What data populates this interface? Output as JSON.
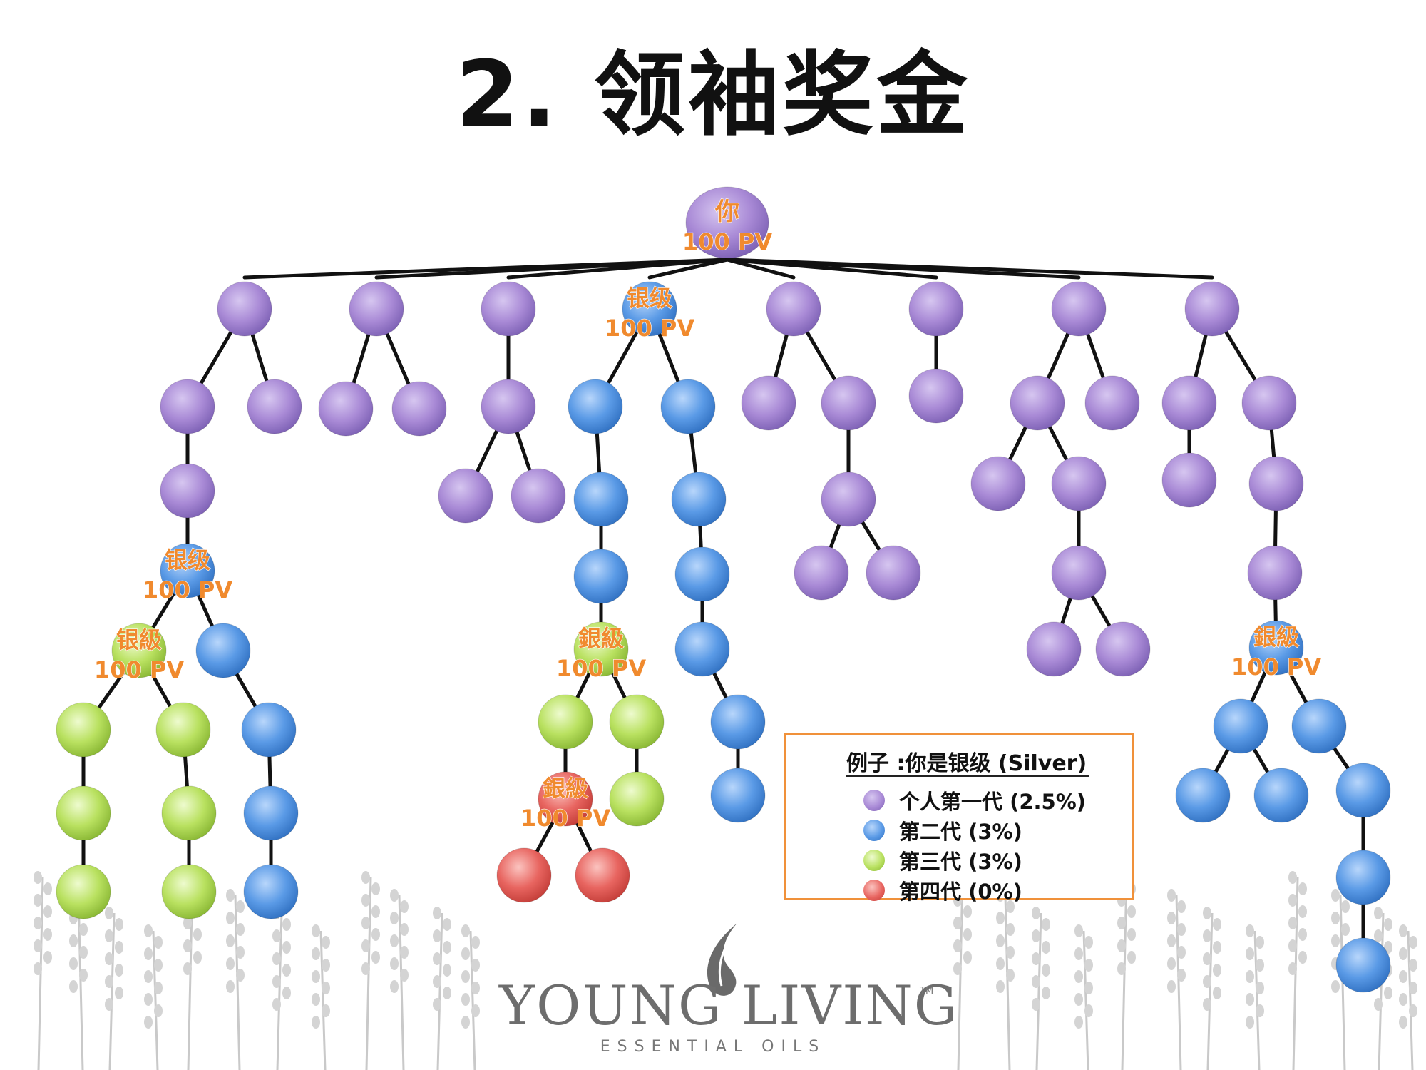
{
  "title": "2. 领袖奖金",
  "colors": {
    "purple": "#a98ad6",
    "blue": "#5a9ae6",
    "green": "#b9e160",
    "red": "#e86560",
    "label_orange": "#f08a2e",
    "legend_border": "#f0913a",
    "line": "#111111"
  },
  "nodes": [
    {
      "id": "you",
      "gen": "purple",
      "label": [
        "你",
        "100 PV"
      ]
    },
    {
      "id": "a",
      "gen": "purple"
    },
    {
      "id": "b",
      "gen": "purple"
    },
    {
      "id": "c",
      "gen": "purple"
    },
    {
      "id": "d",
      "gen": "blue",
      "label": [
        "银级",
        "100 PV"
      ]
    },
    {
      "id": "e",
      "gen": "purple"
    },
    {
      "id": "f",
      "gen": "purple"
    },
    {
      "id": "g",
      "gen": "purple"
    },
    {
      "id": "h",
      "gen": "purple"
    },
    {
      "id": "a1",
      "gen": "purple"
    },
    {
      "id": "a2",
      "gen": "purple"
    },
    {
      "id": "a1a",
      "gen": "purple"
    },
    {
      "id": "a1b",
      "gen": "blue",
      "label": [
        "银级",
        "100 PV"
      ]
    },
    {
      "id": "g3a",
      "gen": "green",
      "label": [
        "银級",
        "100 PV"
      ]
    },
    {
      "id": "b3b",
      "gen": "blue"
    },
    {
      "id": "g4a",
      "gen": "green"
    },
    {
      "id": "g4b",
      "gen": "green"
    },
    {
      "id": "b4",
      "gen": "blue"
    },
    {
      "id": "g5a",
      "gen": "green"
    },
    {
      "id": "g5b",
      "gen": "green"
    },
    {
      "id": "b5",
      "gen": "blue"
    },
    {
      "id": "g6a",
      "gen": "green"
    },
    {
      "id": "g6b",
      "gen": "green"
    },
    {
      "id": "b6",
      "gen": "blue"
    },
    {
      "id": "b1",
      "gen": "purple"
    },
    {
      "id": "b2",
      "gen": "purple"
    },
    {
      "id": "c1",
      "gen": "purple"
    },
    {
      "id": "c1a",
      "gen": "purple"
    },
    {
      "id": "c1b",
      "gen": "purple"
    },
    {
      "id": "d1",
      "gen": "blue"
    },
    {
      "id": "d2",
      "gen": "blue"
    },
    {
      "id": "d1a",
      "gen": "blue"
    },
    {
      "id": "d1b",
      "gen": "blue"
    },
    {
      "id": "d1c",
      "gen": "green",
      "label": [
        "銀級",
        "100 PV"
      ]
    },
    {
      "id": "d1c1",
      "gen": "green"
    },
    {
      "id": "d1c2",
      "gen": "green"
    },
    {
      "id": "d1c1a",
      "gen": "red",
      "label": [
        "銀級",
        "100 PV"
      ]
    },
    {
      "id": "d1c2a",
      "gen": "green"
    },
    {
      "id": "r1",
      "gen": "red"
    },
    {
      "id": "r2",
      "gen": "red"
    },
    {
      "id": "d2a",
      "gen": "blue"
    },
    {
      "id": "d2b",
      "gen": "blue"
    },
    {
      "id": "d2c",
      "gen": "blue"
    },
    {
      "id": "d2d",
      "gen": "blue"
    },
    {
      "id": "d2e",
      "gen": "blue"
    },
    {
      "id": "e1",
      "gen": "purple"
    },
    {
      "id": "e2",
      "gen": "purple"
    },
    {
      "id": "e2a",
      "gen": "purple"
    },
    {
      "id": "e2a1",
      "gen": "purple"
    },
    {
      "id": "e2a2",
      "gen": "purple"
    },
    {
      "id": "f1",
      "gen": "purple"
    },
    {
      "id": "g1",
      "gen": "purple"
    },
    {
      "id": "g2",
      "gen": "purple"
    },
    {
      "id": "g1a",
      "gen": "purple"
    },
    {
      "id": "g1b",
      "gen": "purple"
    },
    {
      "id": "g1b1",
      "gen": "purple"
    },
    {
      "id": "g1b1a",
      "gen": "purple"
    },
    {
      "id": "g1b1b",
      "gen": "purple"
    },
    {
      "id": "h1",
      "gen": "purple"
    },
    {
      "id": "h2",
      "gen": "purple"
    },
    {
      "id": "h1a",
      "gen": "purple"
    },
    {
      "id": "h2a",
      "gen": "purple"
    },
    {
      "id": "h2b",
      "gen": "purple"
    },
    {
      "id": "h2c",
      "gen": "blue",
      "label": [
        "銀級",
        "100 PV"
      ]
    },
    {
      "id": "h2c1",
      "gen": "blue"
    },
    {
      "id": "h2c2",
      "gen": "blue"
    },
    {
      "id": "h2c1a",
      "gen": "blue"
    },
    {
      "id": "h2c1b",
      "gen": "blue"
    },
    {
      "id": "h2c2a",
      "gen": "blue"
    },
    {
      "id": "h2c2b",
      "gen": "blue"
    },
    {
      "id": "h2c2c",
      "gen": "blue"
    }
  ],
  "edges": [
    [
      "you",
      "a"
    ],
    [
      "you",
      "b"
    ],
    [
      "you",
      "c"
    ],
    [
      "you",
      "d"
    ],
    [
      "you",
      "e"
    ],
    [
      "you",
      "f"
    ],
    [
      "you",
      "g"
    ],
    [
      "you",
      "h"
    ],
    [
      "a",
      "a1"
    ],
    [
      "a",
      "a2"
    ],
    [
      "a1",
      "a1a"
    ],
    [
      "a1a",
      "a1b"
    ],
    [
      "a1b",
      "g3a"
    ],
    [
      "a1b",
      "b3b"
    ],
    [
      "g3a",
      "g4a"
    ],
    [
      "g3a",
      "g4b"
    ],
    [
      "b3b",
      "b4"
    ],
    [
      "g4a",
      "g5a"
    ],
    [
      "g4b",
      "g5b"
    ],
    [
      "b4",
      "b5"
    ],
    [
      "g5a",
      "g6a"
    ],
    [
      "g5b",
      "g6b"
    ],
    [
      "b5",
      "b6"
    ],
    [
      "b",
      "b1"
    ],
    [
      "b",
      "b2"
    ],
    [
      "c",
      "c1"
    ],
    [
      "c1",
      "c1a"
    ],
    [
      "c1",
      "c1b"
    ],
    [
      "d",
      "d1"
    ],
    [
      "d",
      "d2"
    ],
    [
      "d1",
      "d1a"
    ],
    [
      "d1a",
      "d1b"
    ],
    [
      "d1b",
      "d1c"
    ],
    [
      "d1c",
      "d1c1"
    ],
    [
      "d1c",
      "d1c2"
    ],
    [
      "d1c1",
      "d1c1a"
    ],
    [
      "d1c2",
      "d1c2a"
    ],
    [
      "d1c1a",
      "r1"
    ],
    [
      "d1c1a",
      "r2"
    ],
    [
      "d2",
      "d2a"
    ],
    [
      "d2a",
      "d2b"
    ],
    [
      "d2b",
      "d2c"
    ],
    [
      "d2c",
      "d2d"
    ],
    [
      "d2d",
      "d2e"
    ],
    [
      "e",
      "e1"
    ],
    [
      "e",
      "e2"
    ],
    [
      "e2",
      "e2a"
    ],
    [
      "e2a",
      "e2a1"
    ],
    [
      "e2a",
      "e2a2"
    ],
    [
      "f",
      "f1"
    ],
    [
      "g",
      "g1"
    ],
    [
      "g",
      "g2"
    ],
    [
      "g1",
      "g1a"
    ],
    [
      "g1",
      "g1b"
    ],
    [
      "g1b",
      "g1b1"
    ],
    [
      "g1b1",
      "g1b1a"
    ],
    [
      "g1b1",
      "g1b1b"
    ],
    [
      "h",
      "h1"
    ],
    [
      "h",
      "h2"
    ],
    [
      "h1",
      "h1a"
    ],
    [
      "h2",
      "h2a"
    ],
    [
      "h2a",
      "h2b"
    ],
    [
      "h2b",
      "h2c"
    ],
    [
      "h2c",
      "h2c1"
    ],
    [
      "h2c",
      "h2c2"
    ],
    [
      "h2c1",
      "h2c1a"
    ],
    [
      "h2c1",
      "h2c1b"
    ],
    [
      "h2c2",
      "h2c2a"
    ],
    [
      "h2c2a",
      "h2c2b"
    ],
    [
      "h2c2b",
      "h2c2c"
    ]
  ],
  "legend": {
    "title": "例子 :你是银级 (Silver)",
    "items": [
      {
        "gen": "purple",
        "label": "个人第一代 (2.5%)"
      },
      {
        "gen": "blue",
        "label": "第二代 (3%)"
      },
      {
        "gen": "green",
        "label": "第三代 (3%)"
      },
      {
        "gen": "red",
        "label": "第四代 (0%)"
      }
    ]
  },
  "brand": {
    "name": "YOUNG LIVING",
    "tagline": "ESSENTIAL OILS",
    "tm": "TM"
  }
}
